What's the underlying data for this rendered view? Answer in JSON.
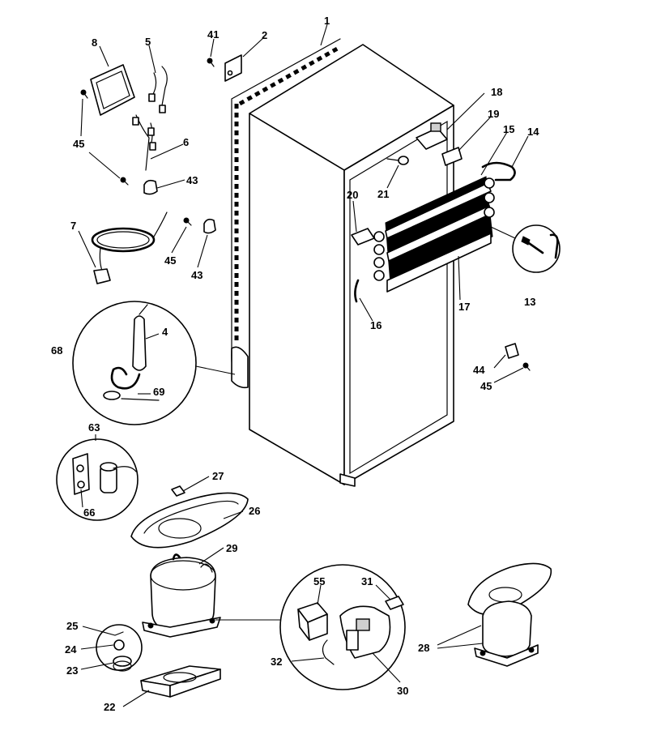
{
  "diagram": {
    "colors": {
      "line": "#000000",
      "background": "#ffffff",
      "shade": "#cfcfcf"
    },
    "callouts": [
      {
        "id": "1",
        "text": "1"
      },
      {
        "id": "2",
        "text": "2"
      },
      {
        "id": "41",
        "text": "41"
      },
      {
        "id": "8",
        "text": "8"
      },
      {
        "id": "5",
        "text": "5"
      },
      {
        "id": "45a",
        "text": "45"
      },
      {
        "id": "6",
        "text": "6"
      },
      {
        "id": "43a",
        "text": "43"
      },
      {
        "id": "7",
        "text": "7"
      },
      {
        "id": "45b",
        "text": "45"
      },
      {
        "id": "43b",
        "text": "43"
      },
      {
        "id": "18",
        "text": "18"
      },
      {
        "id": "19",
        "text": "19"
      },
      {
        "id": "15",
        "text": "15"
      },
      {
        "id": "14",
        "text": "14"
      },
      {
        "id": "21",
        "text": "21"
      },
      {
        "id": "20",
        "text": "20"
      },
      {
        "id": "13",
        "text": "13"
      },
      {
        "id": "17",
        "text": "17"
      },
      {
        "id": "16",
        "text": "16"
      },
      {
        "id": "4",
        "text": "4"
      },
      {
        "id": "68",
        "text": "68"
      },
      {
        "id": "69",
        "text": "69"
      },
      {
        "id": "44",
        "text": "44"
      },
      {
        "id": "45c",
        "text": "45"
      },
      {
        "id": "63",
        "text": "63"
      },
      {
        "id": "66",
        "text": "66"
      },
      {
        "id": "27",
        "text": "27"
      },
      {
        "id": "26",
        "text": "26"
      },
      {
        "id": "29",
        "text": "29"
      },
      {
        "id": "55",
        "text": "55"
      },
      {
        "id": "31",
        "text": "31"
      },
      {
        "id": "25",
        "text": "25"
      },
      {
        "id": "24",
        "text": "24"
      },
      {
        "id": "23",
        "text": "23"
      },
      {
        "id": "28",
        "text": "28"
      },
      {
        "id": "32",
        "text": "32"
      },
      {
        "id": "30",
        "text": "30"
      },
      {
        "id": "22",
        "text": "22"
      }
    ]
  }
}
